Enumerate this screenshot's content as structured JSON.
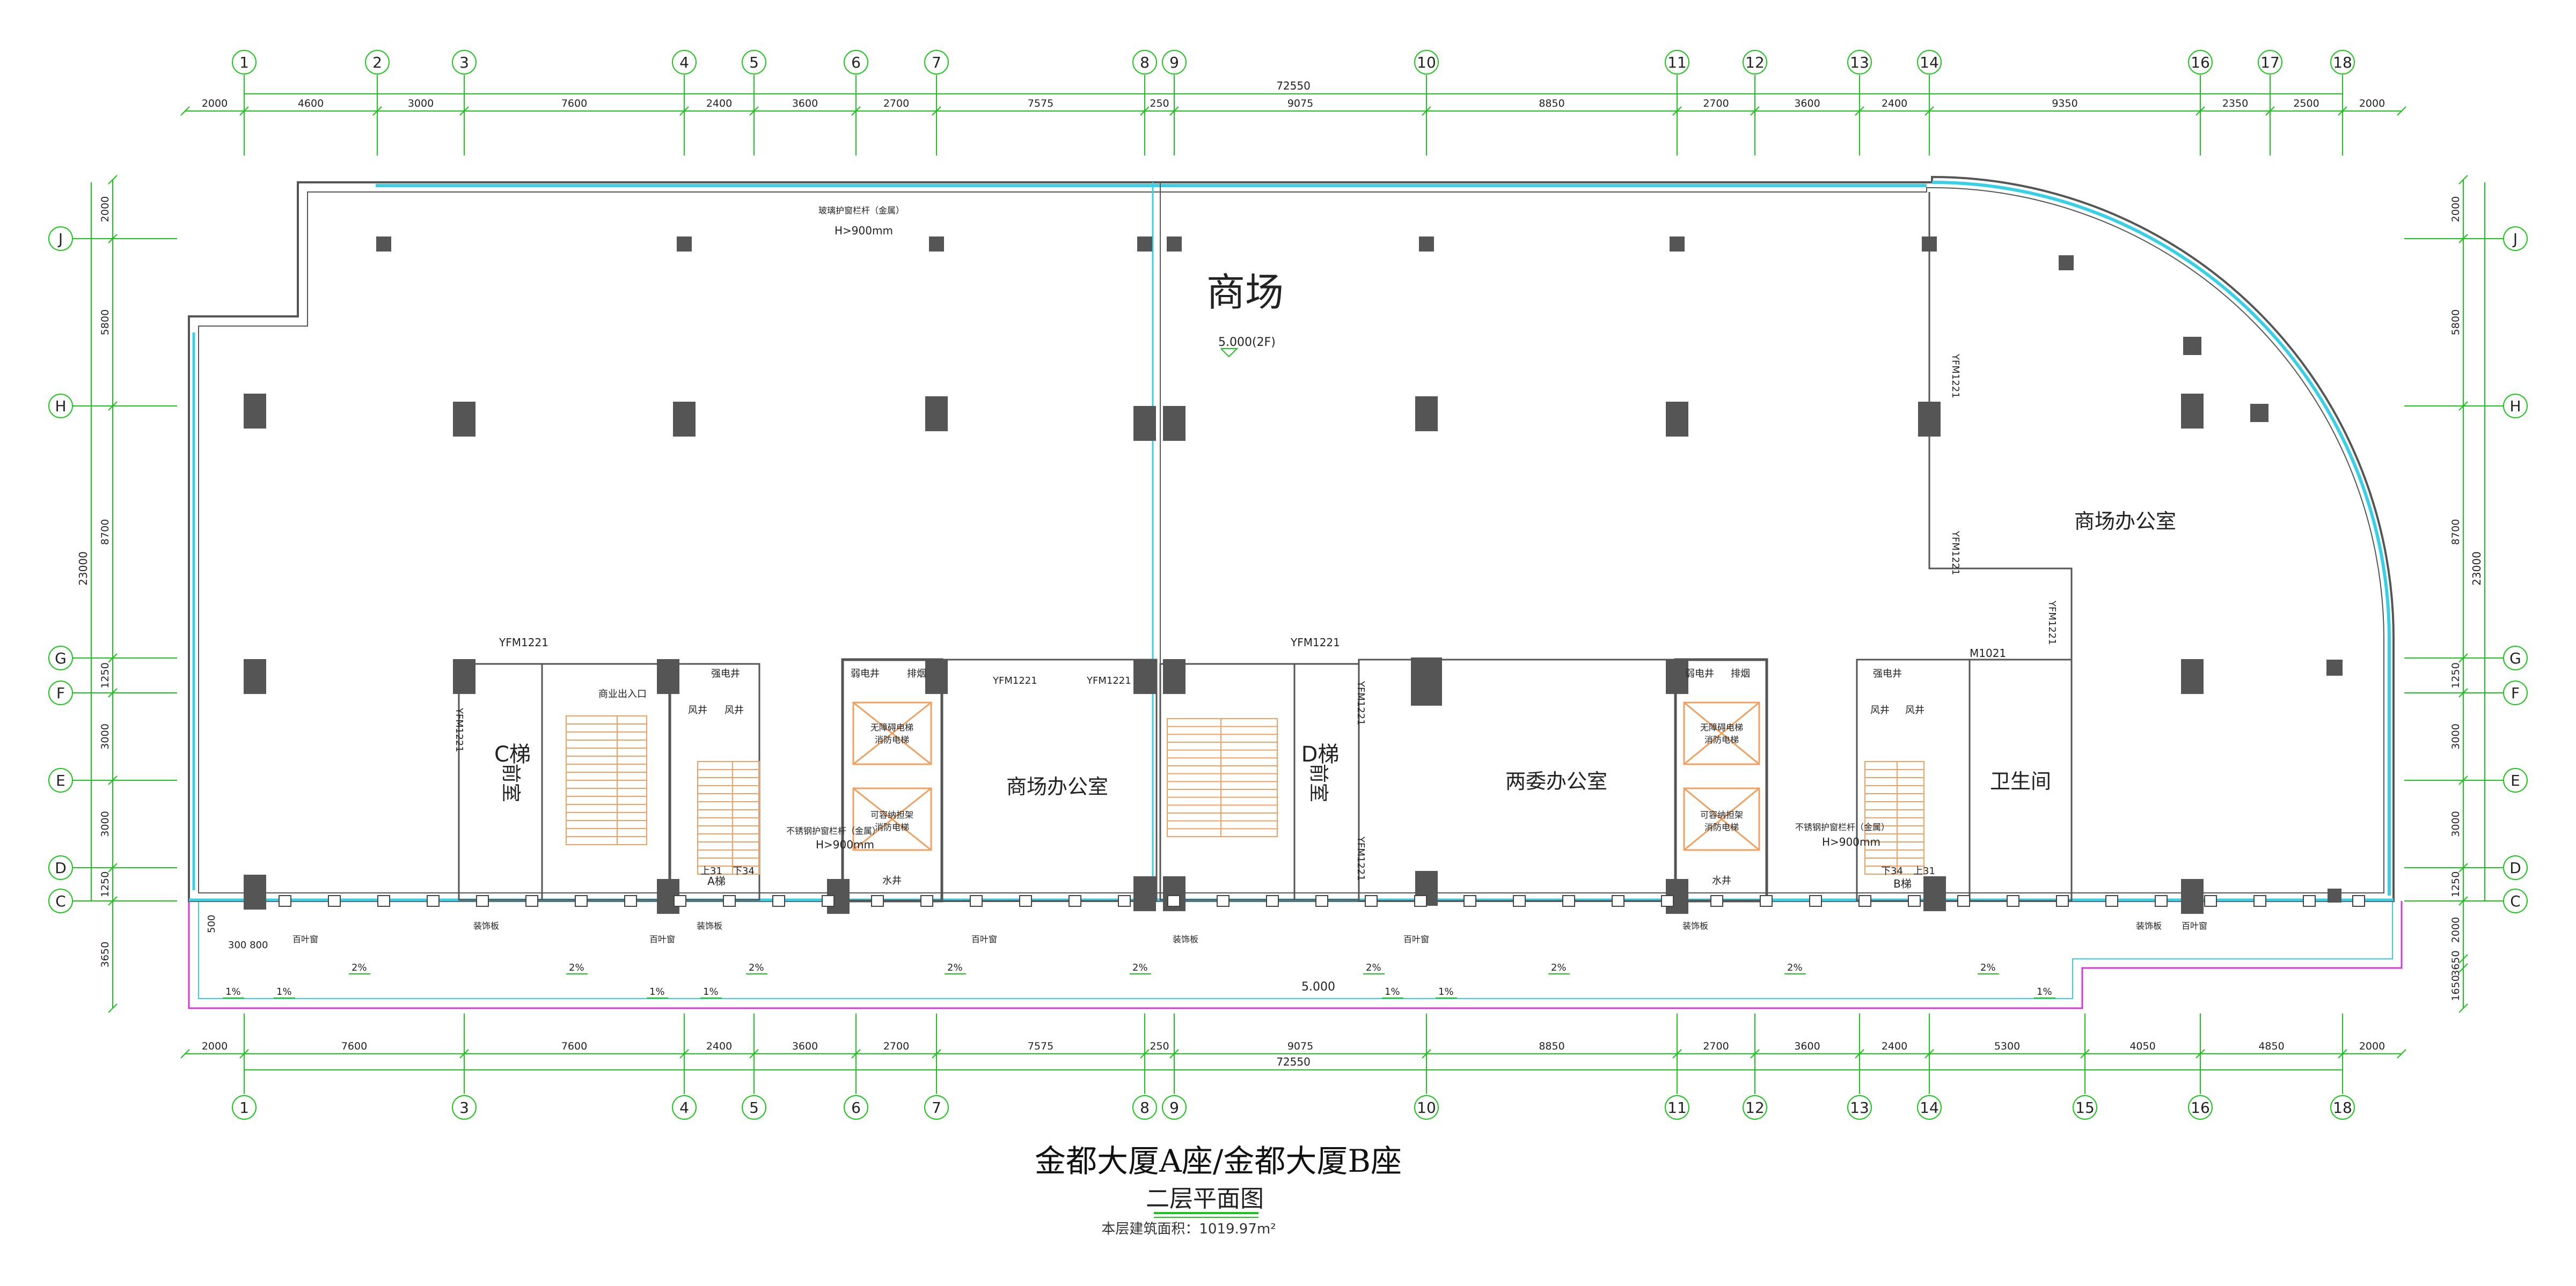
{
  "colors": {
    "grid_green": "#19c619",
    "wall_dark": "#555555",
    "glass_cyan": "#38d0e8",
    "stair_orange": "#f0a060",
    "balcony_magenta": "#d43ad4",
    "text_dark": "#222222"
  },
  "axes_top": [
    "1",
    "2",
    "3",
    "4",
    "5",
    "6",
    "7",
    "8",
    "9",
    "10",
    "11",
    "12",
    "13",
    "14",
    "16",
    "17",
    "18"
  ],
  "axes_bottom": [
    "1",
    "3",
    "4",
    "5",
    "6",
    "7",
    "8",
    "9",
    "10",
    "11",
    "12",
    "13",
    "14",
    "15",
    "16",
    "18"
  ],
  "axes_left": [
    "J",
    "H",
    "G",
    "F",
    "E",
    "D",
    "C"
  ],
  "axes_right": [
    "J",
    "H",
    "G",
    "F",
    "E",
    "D",
    "C"
  ],
  "dims_top_total": "72550",
  "dims_top": [
    "2000",
    "4600",
    "3000",
    "7600",
    "2400",
    "3600",
    "2700",
    "7575",
    "250",
    "9075",
    "8850",
    "2700",
    "3600",
    "2400",
    "9350",
    "2350",
    "2500",
    "2000"
  ],
  "dims_bottom_total": "72550",
  "dims_bottom": [
    "2000",
    "7600",
    "7600",
    "2400",
    "3600",
    "2700",
    "7575",
    "250",
    "9075",
    "8850",
    "2700",
    "3600",
    "2400",
    "5300",
    "4050",
    "4850",
    "2000"
  ],
  "dims_left_total": "23000",
  "dims_left": [
    "2000",
    "5800",
    "8700",
    "1250",
    "3000",
    "3000",
    "1250",
    "3650"
  ],
  "dims_right_total": "23000",
  "dims_right": [
    "2000",
    "5800",
    "8700",
    "1250",
    "3000",
    "3000",
    "1250",
    "2000",
    "3650",
    "1650"
  ],
  "rooms": {
    "mall": "商场",
    "mall_level": "5.000(2F)",
    "mall_office_ne": "商场办公室",
    "mall_office_center": "商场办公室",
    "two_committee_office": "两委办公室",
    "toilet": "卫生间",
    "stair_c_top": "C梯",
    "stair_c_bottom": "前室",
    "stair_d_top": "D梯",
    "stair_d_bottom": "前室",
    "stair_a": "A梯",
    "stair_b": "B梯",
    "elev_accessible": "无障碍电梯",
    "elev_fire": "消防电梯",
    "elev_freight": "可容纳担架",
    "elev_fire2": "消防电梯",
    "strong_elec": "强电井",
    "weak_elec": "弱电井",
    "air_shaft": "风井",
    "smoke_shaft": "排烟",
    "water_shaft": "水井",
    "water_shaft2": "水井",
    "mall_exit": "商业出入口"
  },
  "labels": {
    "door_yfm": "YFM1221",
    "door_m": "M1021",
    "rail_top": "玻璃护窗栏杆（金属）",
    "rail_top_h": "H>900mm",
    "rail_a": "不锈钢护窗栏杆（金属）",
    "rail_a_h": "H>900mm",
    "rail_b": "不锈钢护窗栏杆（金属）",
    "rail_b_h": "H>900mm",
    "louver": "百叶窗",
    "ac_board": "装饰板",
    "slope": "1%",
    "slope2": "2%",
    "balcony_level": "5.000",
    "up31": "上31",
    "down34": "下34",
    "dim500": "500",
    "dim300_800": "300 800"
  },
  "title": {
    "main": "金都大厦A座/金都大厦B座",
    "sub": "二层平面图",
    "area": "本层建筑面积：1019.97m²"
  }
}
